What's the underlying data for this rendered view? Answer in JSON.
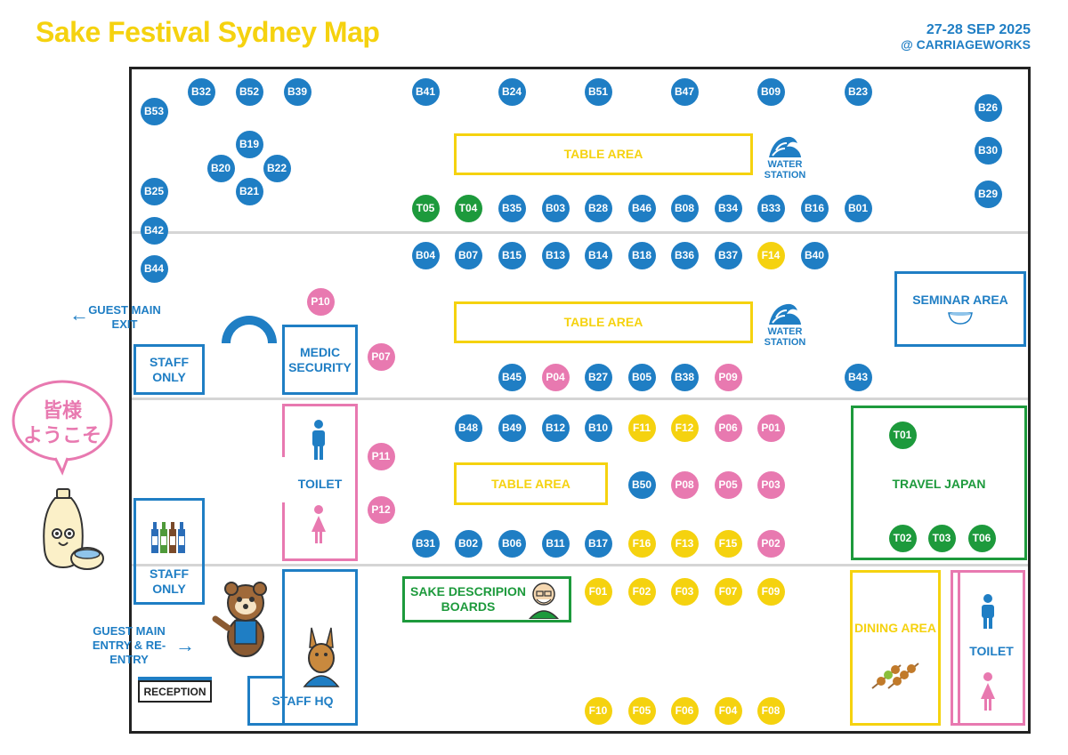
{
  "header": {
    "title": "Sake Festival Sydney Map",
    "dates": "27-28 SEP 2025",
    "venue": "@ CARRIAGEWORKS"
  },
  "colors": {
    "beer_booth": "#1f7ec4",
    "pink_booth": "#e879b0",
    "food_booth": "#f5d20f",
    "travel_booth": "#1d9a3c"
  },
  "areas": {
    "table_area_1": "TABLE AREA",
    "table_area_2": "TABLE AREA",
    "table_area_3": "TABLE  AREA",
    "water_station_1": "WATER STATION",
    "water_station_2": "WATER STATION",
    "seminar_area": "SEMINAR AREA",
    "guest_main_exit": "GUEST MAIN EXIT",
    "staff_only_top": "STAFF ONLY",
    "medic_security": "MEDIC SECURITY",
    "toilet_center": "TOILET",
    "travel_japan": "TRAVEL JAPAN",
    "staff_only_bottom": "STAFF ONLY",
    "guest_main_entry": "GUEST MAIN ENTRY & RE-ENTRY",
    "reception": "RECEPTION",
    "staff_hq": "STAFF HQ",
    "sake_boards": "SAKE DESCRIPION BOARDS",
    "dining_area": "DINING AREA",
    "toilet_right": "TOILET",
    "welcome_sign": "皆様ようこそ"
  },
  "booths": [
    {
      "id": "B53",
      "type": "b"
    },
    {
      "id": "B32",
      "type": "b"
    },
    {
      "id": "B52",
      "type": "b"
    },
    {
      "id": "B39",
      "type": "b"
    },
    {
      "id": "B41",
      "type": "b"
    },
    {
      "id": "B24",
      "type": "b"
    },
    {
      "id": "B51",
      "type": "b"
    },
    {
      "id": "B47",
      "type": "b"
    },
    {
      "id": "B09",
      "type": "b"
    },
    {
      "id": "B23",
      "type": "b"
    },
    {
      "id": "B26",
      "type": "b"
    },
    {
      "id": "B30",
      "type": "b"
    },
    {
      "id": "B29",
      "type": "b"
    },
    {
      "id": "B19",
      "type": "b"
    },
    {
      "id": "B20",
      "type": "b"
    },
    {
      "id": "B22",
      "type": "b"
    },
    {
      "id": "B21",
      "type": "b"
    },
    {
      "id": "B25",
      "type": "b"
    },
    {
      "id": "T05",
      "type": "t"
    },
    {
      "id": "T04",
      "type": "t"
    },
    {
      "id": "B35",
      "type": "b"
    },
    {
      "id": "B03",
      "type": "b"
    },
    {
      "id": "B28",
      "type": "b"
    },
    {
      "id": "B46",
      "type": "b"
    },
    {
      "id": "B08",
      "type": "b"
    },
    {
      "id": "B34",
      "type": "b"
    },
    {
      "id": "B33",
      "type": "b"
    },
    {
      "id": "B16",
      "type": "b"
    },
    {
      "id": "B01",
      "type": "b"
    },
    {
      "id": "B42",
      "type": "b"
    },
    {
      "id": "B04",
      "type": "b"
    },
    {
      "id": "B07",
      "type": "b"
    },
    {
      "id": "B15",
      "type": "b"
    },
    {
      "id": "B13",
      "type": "b"
    },
    {
      "id": "B14",
      "type": "b"
    },
    {
      "id": "B18",
      "type": "b"
    },
    {
      "id": "B36",
      "type": "b"
    },
    {
      "id": "B37",
      "type": "b"
    },
    {
      "id": "F14",
      "type": "f"
    },
    {
      "id": "B40",
      "type": "b"
    },
    {
      "id": "B44",
      "type": "b"
    },
    {
      "id": "P10",
      "type": "p"
    },
    {
      "id": "P07",
      "type": "p"
    },
    {
      "id": "B45",
      "type": "b"
    },
    {
      "id": "P04",
      "type": "p"
    },
    {
      "id": "B27",
      "type": "b"
    },
    {
      "id": "B05",
      "type": "b"
    },
    {
      "id": "B38",
      "type": "b"
    },
    {
      "id": "P09",
      "type": "p"
    },
    {
      "id": "B43",
      "type": "b"
    },
    {
      "id": "B48",
      "type": "b"
    },
    {
      "id": "B49",
      "type": "b"
    },
    {
      "id": "B12",
      "type": "b"
    },
    {
      "id": "B10",
      "type": "b"
    },
    {
      "id": "F11",
      "type": "f"
    },
    {
      "id": "F12",
      "type": "f"
    },
    {
      "id": "P06",
      "type": "p"
    },
    {
      "id": "P01",
      "type": "p"
    },
    {
      "id": "T01",
      "type": "t"
    },
    {
      "id": "P11",
      "type": "p"
    },
    {
      "id": "B50",
      "type": "b"
    },
    {
      "id": "P08",
      "type": "p"
    },
    {
      "id": "P05",
      "type": "p"
    },
    {
      "id": "P03",
      "type": "p"
    },
    {
      "id": "P12",
      "type": "p"
    },
    {
      "id": "B31",
      "type": "b"
    },
    {
      "id": "B02",
      "type": "b"
    },
    {
      "id": "B06",
      "type": "b"
    },
    {
      "id": "B11",
      "type": "b"
    },
    {
      "id": "B17",
      "type": "b"
    },
    {
      "id": "F16",
      "type": "f"
    },
    {
      "id": "F13",
      "type": "f"
    },
    {
      "id": "F15",
      "type": "f"
    },
    {
      "id": "P02",
      "type": "p"
    },
    {
      "id": "T02",
      "type": "t"
    },
    {
      "id": "T03",
      "type": "t"
    },
    {
      "id": "T06",
      "type": "t"
    },
    {
      "id": "F01",
      "type": "f"
    },
    {
      "id": "F02",
      "type": "f"
    },
    {
      "id": "F03",
      "type": "f"
    },
    {
      "id": "F07",
      "type": "f"
    },
    {
      "id": "F09",
      "type": "f"
    },
    {
      "id": "F10",
      "type": "f"
    },
    {
      "id": "F05",
      "type": "f"
    },
    {
      "id": "F06",
      "type": "f"
    },
    {
      "id": "F04",
      "type": "f"
    },
    {
      "id": "F08",
      "type": "f"
    }
  ]
}
